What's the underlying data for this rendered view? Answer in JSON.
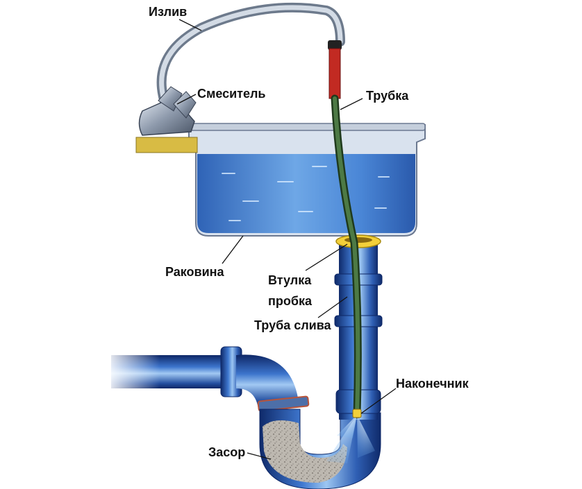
{
  "labels": {
    "spout": "Излив",
    "mixer": "Смеситель",
    "tube": "Трубка",
    "sink": "Раковина",
    "bushing_line1": "Втулка",
    "bushing_line2": "пробка",
    "drain_pipe": "Труба слива",
    "nozzle": "Наконечник",
    "clog": "Засор"
  },
  "colors": {
    "water": "#3a7fd0",
    "pipe": "#1e3e8e",
    "hose": "#3e6b3a",
    "hose_red": "#c22a22",
    "bushing": "#f3d03a",
    "countertop": "#d8bb44",
    "clog": "#b9b4ac"
  }
}
